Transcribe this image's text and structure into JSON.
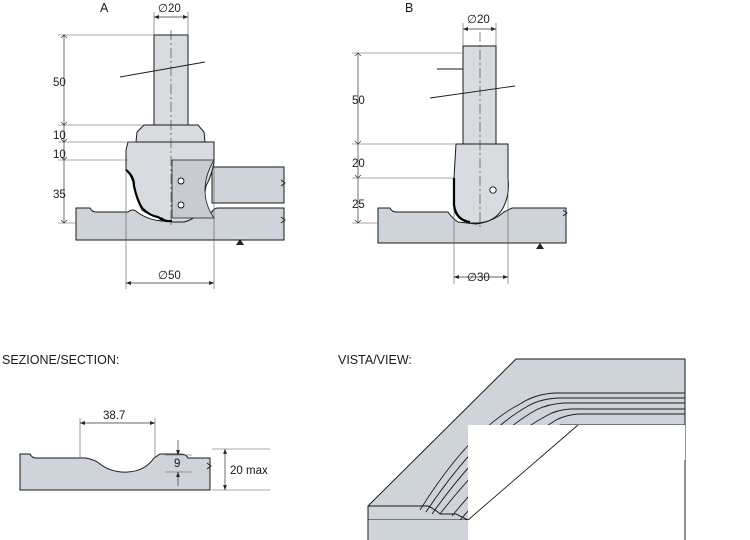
{
  "figure_a": {
    "label": "A",
    "shank_diameter": "∅20",
    "shank_length": "50",
    "collar_height": "10",
    "shoulder_height": "10",
    "cut_height": "35",
    "cut_diameter": "∅50"
  },
  "figure_b": {
    "label": "B",
    "shank_diameter": "∅20",
    "shank_length": "50",
    "collar_height": "20",
    "cut_height": "25",
    "cut_diameter": "∅30"
  },
  "section": {
    "title": "SEZIONE/SECTION:",
    "width_dim": "38.7",
    "depth_dim": "9",
    "thickness_dim": "20 max"
  },
  "view": {
    "title": "VISTA/VIEW:"
  }
}
